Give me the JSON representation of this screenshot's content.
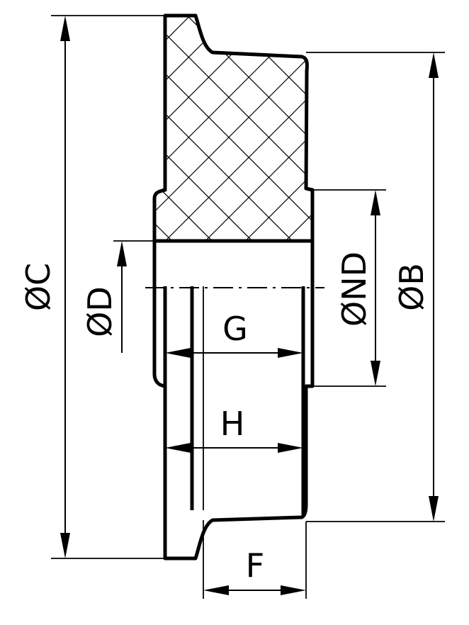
{
  "labels": {
    "dim_c": "ØC",
    "dim_d": "ØD",
    "dim_nd": "ØND",
    "dim_b": "ØB",
    "dim_g": "G",
    "dim_h": "H",
    "dim_f": "F"
  }
}
